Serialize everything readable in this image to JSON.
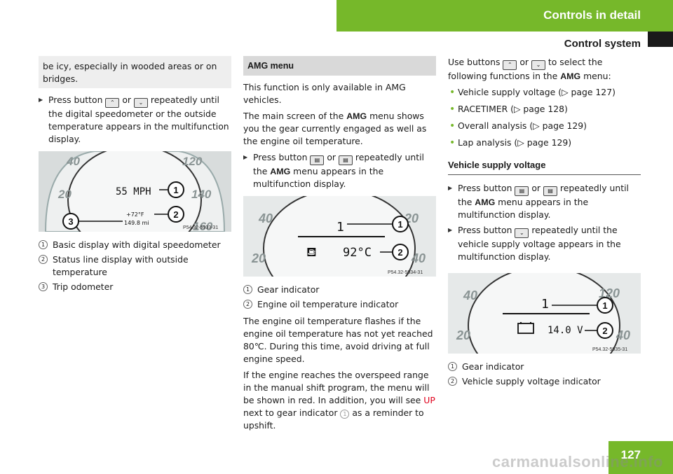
{
  "header": {
    "section": "Controls in detail",
    "subsection": "Control system"
  },
  "page_number": "127",
  "watermark": "carmanualsonline.info",
  "col1": {
    "note": "be icy, especially in wooded areas or on bridges.",
    "step_pre": "Press button",
    "step_or": "or",
    "step_post": "repeatedly until the digital speedometer or the outside temperature appears in the multifunction display.",
    "figure": {
      "ticks": [
        "40",
        "120",
        "20",
        "140",
        "160"
      ],
      "speed": "55 MPH",
      "temp": "+72°F",
      "odo": "149.8 mi",
      "callouts": [
        "1",
        "2",
        "3"
      ],
      "code": "P54.32-5933-31"
    },
    "legend": [
      {
        "num": "1",
        "text": "Basic display with digital speedometer"
      },
      {
        "num": "2",
        "text": "Status line display with outside temperature"
      },
      {
        "num": "3",
        "text": "Trip odometer"
      }
    ]
  },
  "col2": {
    "heading": "AMG menu",
    "intro": "This function is only available in AMG vehicles.",
    "main_pre": "The main screen of the",
    "amg": "AMG",
    "main_post": "menu shows you the gear currently engaged as well as the engine oil temperature.",
    "step_pre": "Press button",
    "step_or": "or",
    "step_mid": "repeatedly until the",
    "step_post": "menu appears in the multifunction display.",
    "figure": {
      "ticks": [
        "40",
        "20",
        "20",
        "40"
      ],
      "gear": "1",
      "oil": "92°C",
      "callouts": [
        "1",
        "2"
      ],
      "code": "P54.32-5934-31"
    },
    "legend": [
      {
        "num": "1",
        "text": "Gear indicator"
      },
      {
        "num": "2",
        "text": "Engine oil temperature indicator"
      }
    ],
    "flash": "The engine oil temperature flashes if the engine oil temperature has not yet reached 80℃. During this time, avoid driving at full engine speed.",
    "overspeed_pre": "If the engine reaches the overspeed range in the manual shift program, the menu will be shown in red. In addition, you will see",
    "up": "UP",
    "overspeed_mid": "next to gear indicator",
    "overspeed_num": "1",
    "overspeed_post": "as a reminder to upshift."
  },
  "col3": {
    "use_pre": "Use buttons",
    "use_or": "or",
    "use_mid": "to select the following functions in the",
    "amg": "AMG",
    "use_post": "menu:",
    "items": [
      "Vehicle supply voltage (▷ page 127)",
      "RACETIMER (▷ page 128)",
      "Overall analysis (▷ page 129)",
      "Lap analysis (▷ page 129)"
    ],
    "heading": "Vehicle supply voltage",
    "step1_pre": "Press button",
    "step1_or": "or",
    "step1_mid": "repeatedly until the",
    "step1_post": "menu appears in the multifunction display.",
    "step2_pre": "Press button",
    "step2_post": "repeatedly until the vehicle supply voltage appears in the multifunction display.",
    "figure": {
      "ticks": [
        "40",
        "120",
        "20",
        "40"
      ],
      "gear": "1",
      "voltage": "14.0 V",
      "callouts": [
        "1",
        "2"
      ],
      "code": "P54.32-5935-31"
    },
    "legend": [
      {
        "num": "1",
        "text": "Gear indicator"
      },
      {
        "num": "2",
        "text": "Vehicle supply voltage indicator"
      }
    ]
  }
}
